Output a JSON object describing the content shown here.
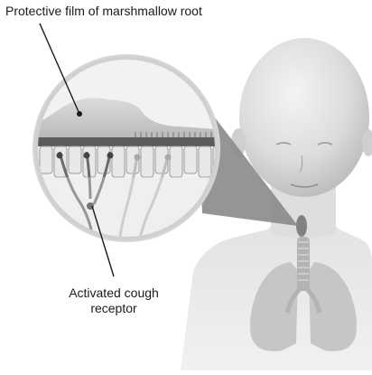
{
  "labels": {
    "protective_film": "Protective film of marshmallow root",
    "cough_receptor_line1": "Activated cough",
    "cough_receptor_line2": "receptor"
  },
  "colors": {
    "background": "#ffffff",
    "skin_light": "#e6e6e6",
    "skin_mid": "#c9c9c9",
    "lung": "#bdbdbd",
    "film": "#cfcfcf",
    "tissue_dark": "#4a4a4a",
    "leader_line": "#1a1a1a"
  }
}
